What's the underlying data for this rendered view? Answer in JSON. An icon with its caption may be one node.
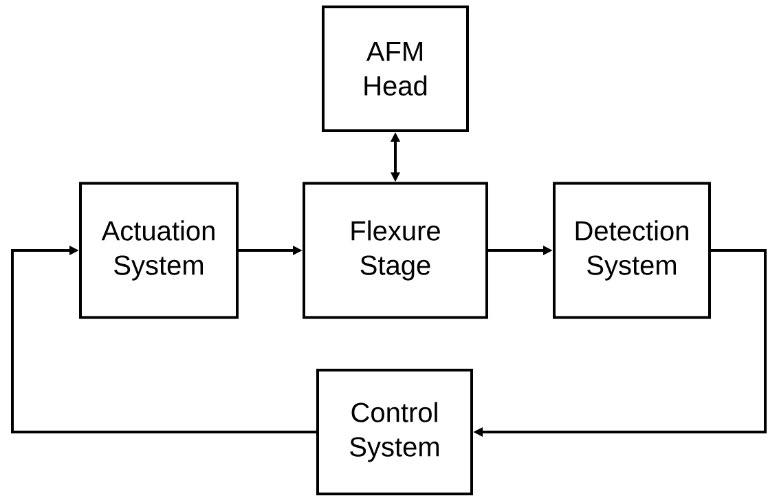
{
  "diagram": {
    "nodes": [
      {
        "text": [
          "AFM Head"
        ]
      },
      {
        "text": [
          "Actuation System"
        ]
      },
      {
        "text": [
          "Flexure Stage"
        ]
      },
      {
        "text": [
          "Detection System"
        ]
      },
      {
        "text": [
          "Control System"
        ]
      }
    ],
    "edges": [
      {
        "from": 0,
        "to": 2,
        "arrow": "both"
      },
      {
        "from": 1,
        "to": 2,
        "arrow": "to"
      },
      {
        "from": 2,
        "to": 3,
        "arrow": "to"
      },
      {
        "from": 3,
        "to": 4,
        "arrow": "to"
      },
      {
        "from": 4,
        "to": 1,
        "arrow": "to"
      }
    ]
  }
}
